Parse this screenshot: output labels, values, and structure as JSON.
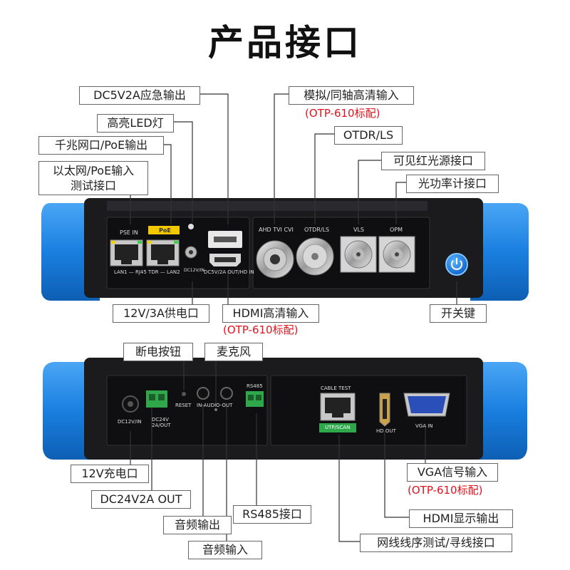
{
  "title": "产品接口",
  "top_device": {
    "labels": {
      "dc_out": "DC5V2A应急输出",
      "led": "高亮LED灯",
      "gigabit": "千兆网口/PoE输出",
      "ethernet_line1": "以太网/PoE输入",
      "ethernet_line2": "测试接口",
      "analog": "模拟/同轴高清输入",
      "analog_note": "(OTP-610标配)",
      "otdr": "OTDR/LS",
      "vls": "可见红光源接口",
      "opm": "光功率计接口",
      "power_in": "12V/3A供电口",
      "hdmi_in": "HDMI高清输入",
      "hdmi_in_note": "(OTP-610标配)",
      "power_key": "开关键"
    },
    "panel_text": {
      "pse_in": "PSE IN",
      "poe": "PoE",
      "lan": "LAN1 — RJ45 TDR — LAN2",
      "dc_in": "DC12V/IN",
      "dc5v_hdmi": "DC5V/2A OUT/HD IN",
      "ahd": "AHD TVI CVI",
      "otdr_ls": "OTDR/LS",
      "vls": "VLS",
      "opm": "OPM"
    }
  },
  "bottom_device": {
    "labels": {
      "cutoff": "断电按钮",
      "mic": "麦克风",
      "charge": "12V充电口",
      "dc24": "DC24V2A OUT",
      "audio_out": "音频输出",
      "audio_in": "音频输入",
      "rs485": "RS485接口",
      "cable": "网线线序测试/寻线接口",
      "hdmi_out": "HDMI显示输出",
      "vga": "VGA信号输入",
      "vga_note": "(OTP-610标配)"
    },
    "panel_text": {
      "dc12": "DC12V/IN",
      "dc24": "DC24V 2A/OUT",
      "reset": "RESET",
      "audio": "IN-AUDIO-OUT",
      "rs485": "RS485",
      "cable_test": "CABLE TEST",
      "utp": "UTP/SCAN",
      "hd_out": "HD OUT",
      "vga_in": "VGA IN"
    }
  },
  "colors": {
    "bumper": "#1a7fe0",
    "body": "#1b1b1e",
    "note": "#e0141e",
    "green": "#2ea84a"
  }
}
